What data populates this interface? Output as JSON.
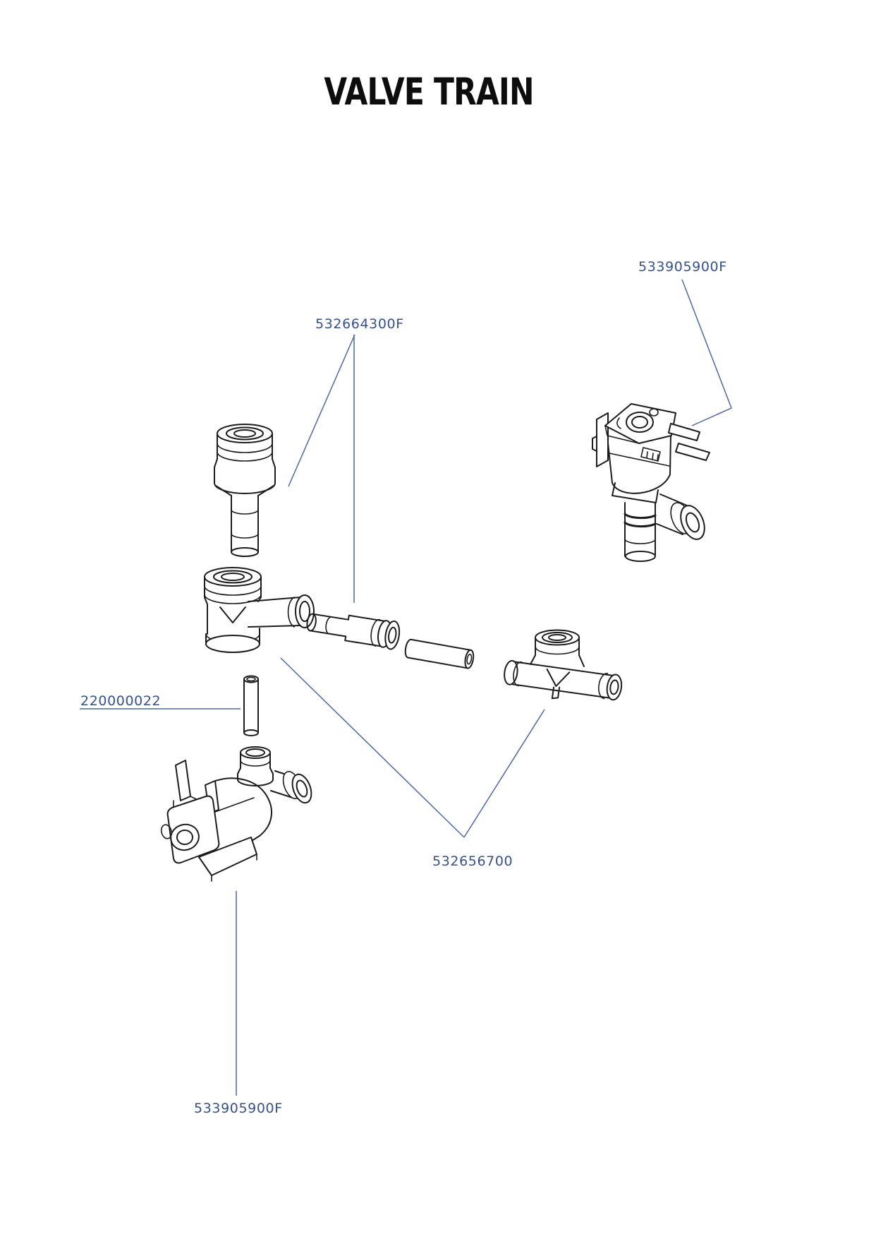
{
  "page": {
    "title": "VALVE TRAIN"
  },
  "colors": {
    "label_blue": "#35518f",
    "leader_blue": "#4c69a4",
    "drawing_black": "#1c1c1c",
    "background": "#ffffff"
  },
  "labels": [
    {
      "part_number": "533905900F",
      "position": "top-right"
    },
    {
      "part_number": "532664300F",
      "position": "upper-middle"
    },
    {
      "part_number": "220000022",
      "position": "middle-left",
      "underlined": true
    },
    {
      "part_number": "532656700",
      "position": "lower-middle"
    },
    {
      "part_number": "533905900F",
      "position": "bottom-left"
    }
  ],
  "parts": [
    {
      "name": "solenoid-valve-upper",
      "label": "533905900F"
    },
    {
      "name": "straight-push-fit-adapter",
      "label": "532664300F"
    },
    {
      "name": "tee-push-fit-vertical",
      "label": "532656700"
    },
    {
      "name": "reducer-push-fit-adapter",
      "label": "532664300F"
    },
    {
      "name": "tube-sleeve",
      "label": ""
    },
    {
      "name": "tee-push-fit-horizontal",
      "label": "532656700"
    },
    {
      "name": "tube-insert",
      "label": "220000022"
    },
    {
      "name": "solenoid-valve-lower",
      "label": "533905900F"
    }
  ]
}
